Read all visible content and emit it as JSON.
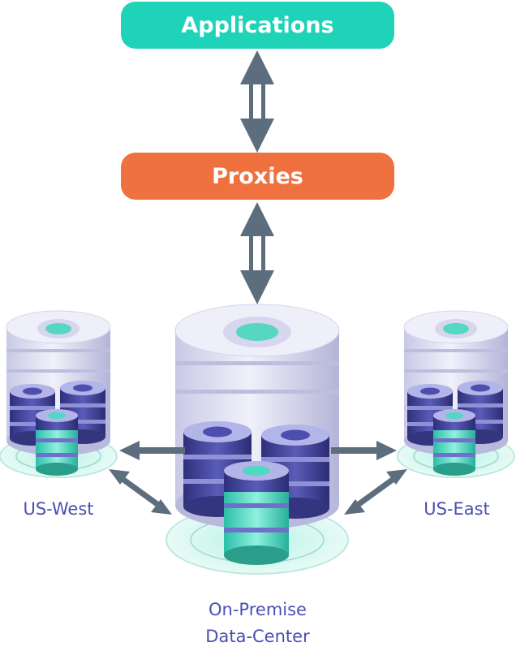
{
  "nodes": {
    "applications": {
      "label": "Applications"
    },
    "proxies": {
      "label": "Proxies"
    },
    "us_west": {
      "label": "US-West"
    },
    "us_east": {
      "label": "US-East"
    },
    "on_premise": {
      "line1": "On-Premise",
      "line2": "Data-Center"
    }
  },
  "colors": {
    "applications": "#1ed3b7",
    "proxies": "#f07140",
    "label_text": "#4a4fb3",
    "arrow": "#5c6e7e",
    "server_light": "#ddddf0",
    "server_dark": "#3f4191",
    "teal": "#4ddbc3"
  }
}
